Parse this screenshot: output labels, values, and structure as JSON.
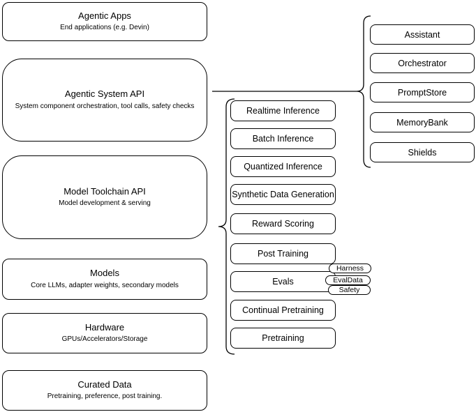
{
  "colors": {
    "stroke": "#000000",
    "background": "#ffffff",
    "text": "#000000"
  },
  "left_column": [
    {
      "title": "Agentic Apps",
      "subtitle": "End applications (e.g. Devin)"
    },
    {
      "title": "Agentic System API",
      "subtitle": "System component orchestration, tool calls, safety checks"
    },
    {
      "title": "Model Toolchain API",
      "subtitle": "Model development & serving"
    },
    {
      "title": "Models",
      "subtitle": "Core LLMs, adapter weights, secondary models"
    },
    {
      "title": "Hardware",
      "subtitle": "GPUs/Accelerators/Storage"
    },
    {
      "title": "Curated Data",
      "subtitle": "Pretraining, preference, post training."
    }
  ],
  "toolchain_items": [
    "Realtime Inference",
    "Batch Inference",
    "Quantized Inference",
    "Synthetic Data Generation",
    "Reward Scoring",
    "Post Training",
    "Evals",
    "Continual Pretraining",
    "Pretraining"
  ],
  "evals_tags": [
    "Harness",
    "EvalData",
    "Safety"
  ],
  "system_components": [
    "Assistant",
    "Orchestrator",
    "PromptStore",
    "MemoryBank",
    "Shields"
  ]
}
